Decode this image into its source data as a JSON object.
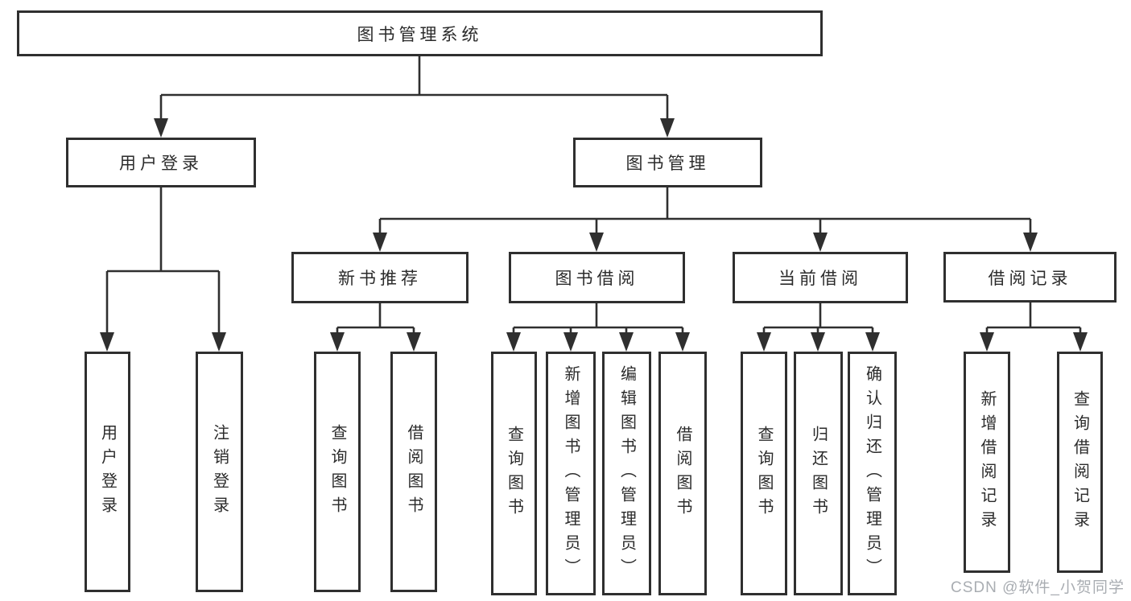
{
  "colors": {
    "line": "#2f2f2f",
    "box_border": "#2f2f2f",
    "text": "#2b2b2b",
    "watermark": "#a9adb2",
    "background": "#ffffff"
  },
  "watermark": {
    "text": "CSDN @软件_小贺同学"
  },
  "tree": {
    "root": {
      "label": "图书管理系统",
      "children": [
        {
          "label": "用户登录",
          "children": [
            {
              "label": "用户登录"
            },
            {
              "label": "注销登录"
            }
          ]
        },
        {
          "label": "图书管理",
          "children": [
            {
              "label": "新书推荐",
              "children": [
                {
                  "label": "查询图书"
                },
                {
                  "label": "借阅图书"
                }
              ]
            },
            {
              "label": "图书借阅",
              "children": [
                {
                  "label": "查询图书"
                },
                {
                  "label": "新增图书（管理员）"
                },
                {
                  "label": "编辑图书（管理员）"
                },
                {
                  "label": "借阅图书"
                }
              ]
            },
            {
              "label": "当前借阅",
              "children": [
                {
                  "label": "查询图书"
                },
                {
                  "label": "归还图书"
                },
                {
                  "label": "确认归还（管理员）"
                }
              ]
            },
            {
              "label": "借阅记录",
              "children": [
                {
                  "label": "新增借阅记录"
                },
                {
                  "label": "查询借阅记录"
                }
              ]
            }
          ]
        }
      ]
    }
  }
}
